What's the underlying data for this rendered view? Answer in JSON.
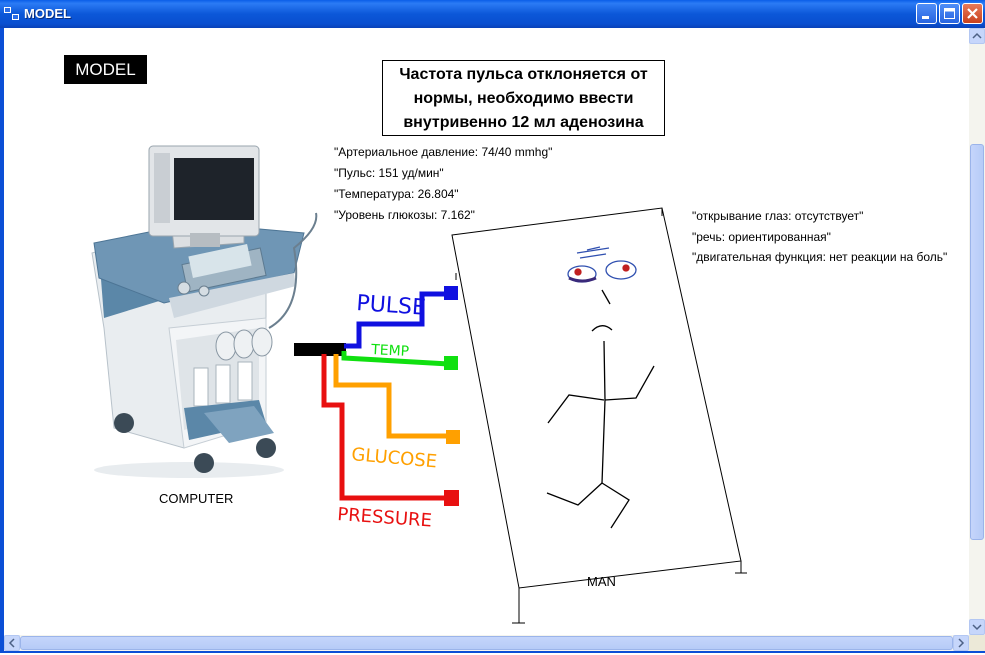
{
  "window": {
    "title": "MODEL"
  },
  "badge": {
    "label": "MODEL"
  },
  "alert": {
    "line1": "Частота пульса отклоняется от",
    "line2": "нормы, необходимо ввести",
    "line3": "внутривенно 12 мл аденозина"
  },
  "vitals": [
    "\"Артериальное давление: 74/40 mmhg\"",
    "\"Пульс: 151 уд/мин\"",
    "\"Температура: 26.804\"",
    "\"Уровень глюкозы: 7.162\""
  ],
  "neuro": [
    "\"открывание глаз: отсутствует\"",
    "\"речь: ориентированная\"",
    "\"двигательная функция: нет реакции на боль\""
  ],
  "computer_label": "COMPUTER",
  "man_label": "MAN",
  "cables": [
    {
      "label": "PULSE",
      "color": "#1010e0"
    },
    {
      "label": "TEMP",
      "color": "#10e010"
    },
    {
      "label": "GLUCOSE",
      "color": "#ffa000"
    },
    {
      "label": "PRESSURE",
      "color": "#e81010"
    }
  ]
}
